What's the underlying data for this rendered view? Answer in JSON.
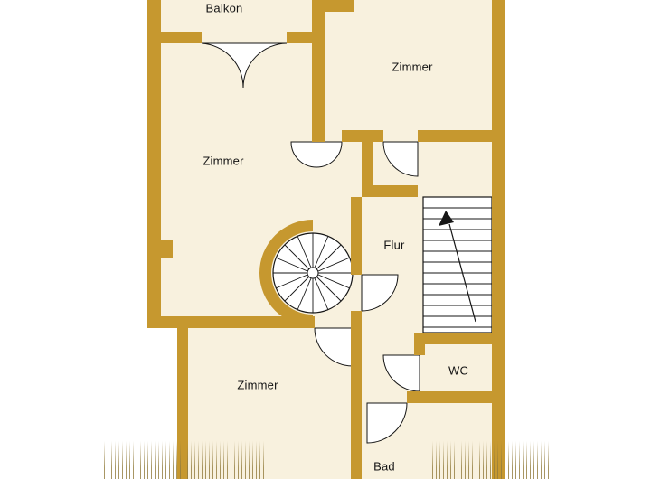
{
  "colors": {
    "background": "#ffffff",
    "wall": "#c6982f",
    "floor": "#f8f1de",
    "line": "#161616"
  },
  "rooms": [
    {
      "id": "balkon",
      "label": "Balkon"
    },
    {
      "id": "zimmer-top-right",
      "label": "Zimmer"
    },
    {
      "id": "zimmer-middle",
      "label": "Zimmer"
    },
    {
      "id": "flur",
      "label": "Flur"
    },
    {
      "id": "wc",
      "label": "WC"
    },
    {
      "id": "zimmer-bottom",
      "label": "Zimmer"
    },
    {
      "id": "bad",
      "label": "Bad"
    }
  ],
  "icons": {
    "spiral_stair": "spiral-staircase-icon",
    "straight_stair": "straight-staircase-icon",
    "stair_direction": "up-arrow-icon",
    "door": "door-swing-arc-icon"
  }
}
